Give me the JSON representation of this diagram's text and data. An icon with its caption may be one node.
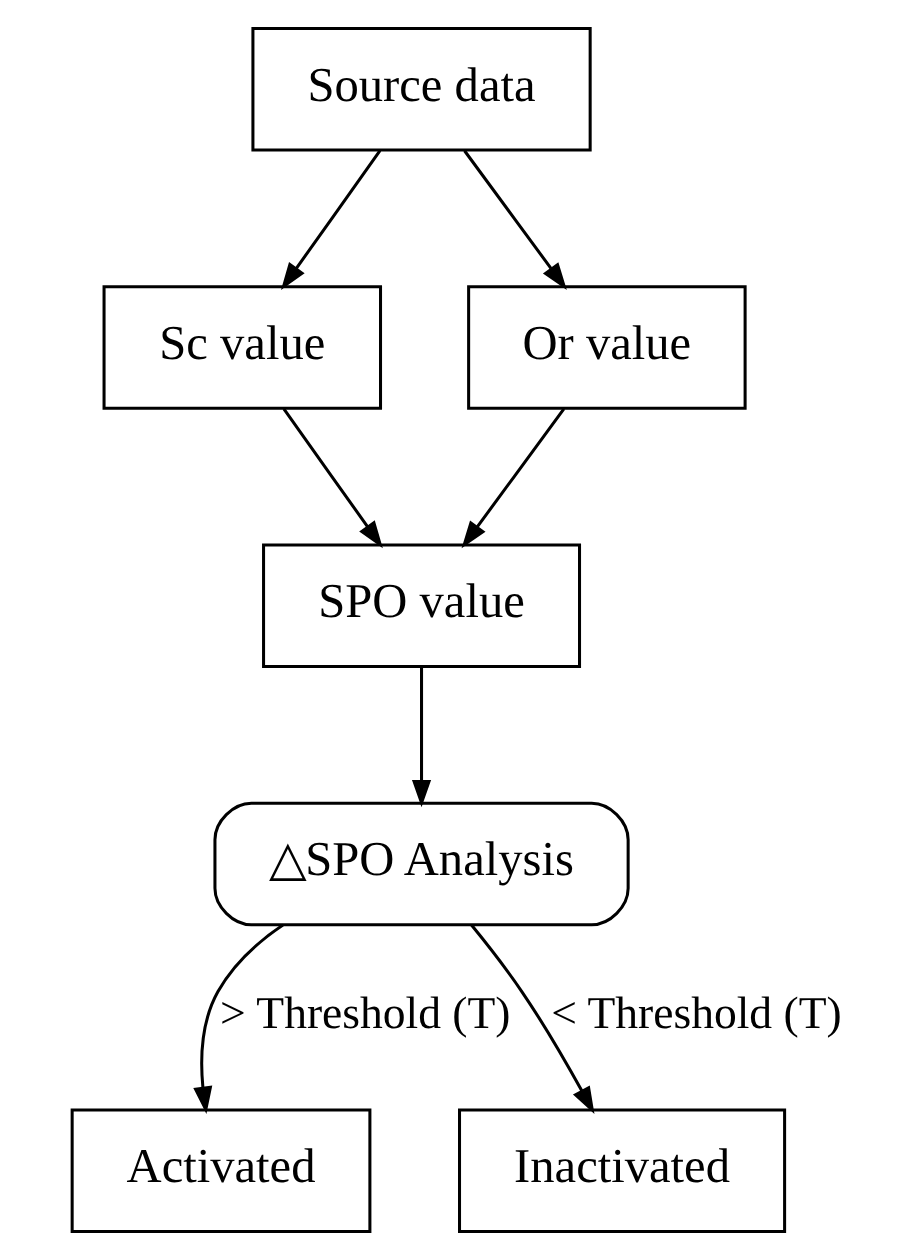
{
  "diagram": {
    "nodes": [
      {
        "text": [
          "Source data"
        ]
      },
      {
        "text": [
          "Sc value"
        ]
      },
      {
        "text": [
          "Or value"
        ]
      },
      {
        "text": [
          "SPO value"
        ]
      },
      {
        "text": [
          "△SPO Analysis"
        ]
      },
      {
        "text": [
          "Activated"
        ]
      },
      {
        "text": [
          "Inactivated"
        ]
      }
    ],
    "edges": [
      {
        "from": 0,
        "to": 1,
        "arrow": "to"
      },
      {
        "from": 0,
        "to": 2,
        "arrow": "to"
      },
      {
        "from": 1,
        "to": 3,
        "arrow": "to"
      },
      {
        "from": 2,
        "to": 3,
        "arrow": "to"
      },
      {
        "from": 3,
        "to": 4,
        "arrow": "to"
      },
      {
        "from": 4,
        "to": 5,
        "arrow": "to",
        "label": "> Threshold (T)"
      },
      {
        "from": 4,
        "to": 6,
        "arrow": "to",
        "label": "< Threshold (T)"
      }
    ]
  }
}
